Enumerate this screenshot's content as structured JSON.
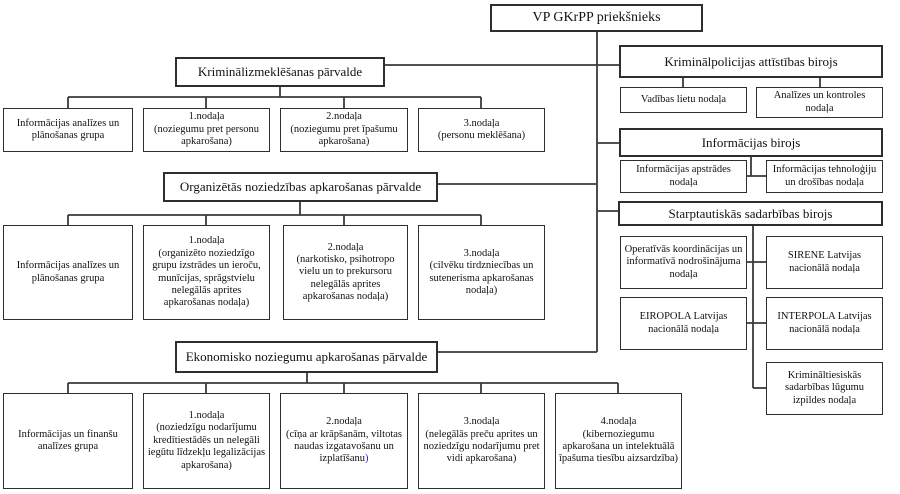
{
  "diagram": {
    "type": "org-chart",
    "language": "Latvian",
    "root_label": "VP GKrPP priekšnieks"
  },
  "colors": {
    "background": "#ffffff",
    "line": "#3a3a3a",
    "box_border": "#2e2e2e",
    "paren_accent": "#2626cc"
  },
  "nodes": {
    "root": {
      "label": "VP GKrPP priekšnieks"
    },
    "kip": {
      "label": "Kriminālizmeklēšanas pārvalde"
    },
    "kip_c1": {
      "label": "Informācijas analīzes un plānošanas grupa"
    },
    "kip_c2": {
      "title": "1.nodaļa",
      "sub": "(noziegumu pret personu apkarošana)"
    },
    "kip_c3": {
      "title": "2.nodaļa",
      "sub": "(noziegumu pret īpašumu apkarošana)"
    },
    "kip_c4": {
      "title": "3.nodaļa",
      "sub": "(personu meklēšana)"
    },
    "onp": {
      "label": "Organizētās noziedzības apkarošanas pārvalde"
    },
    "onp_c1": {
      "label": "Informācijas analīzes un plānošanas grupa"
    },
    "onp_c2": {
      "title": "1.nodaļa",
      "sub": "(organizēto noziedzīgo grupu izstrādes un ieroču, munīcijas, sprāgstvielu nelegālās aprites apkarošanas nodaļa)"
    },
    "onp_c3": {
      "title": "2.nodaļa",
      "sub": "(narkotisko, psihotropo vielu un to prekursoru nelegālās aprites apkarošanas nodaļa)"
    },
    "onp_c4": {
      "title": "3.nodaļa",
      "sub": "(cilvēku tirdzniecības un sutenerisma apkarošanas nodaļa)"
    },
    "enp": {
      "label": "Ekonomisko noziegumu apkarošanas pārvalde"
    },
    "enp_c1": {
      "label": "Informācijas  un finanšu analīzes grupa"
    },
    "enp_c2": {
      "title": "1.nodaļa",
      "sub": "(noziedzīgu nodarījumu kredītiestādēs un nelegāli iegūtu līdzekļu legalizācijas apkarošana)"
    },
    "enp_c3": {
      "title": "2.nodaļa",
      "sub": "(cīņa ar krāpšanām, viltotas naudas izgatavošanu un izplatīšanu",
      "sub_tail": ")"
    },
    "enp_c4": {
      "title": "3.nodaļa",
      "sub": "(nelegālās preču aprites un noziedzīgu nodarījumu pret vidi apkarošana)"
    },
    "enp_c5": {
      "title": "4.nodaļa",
      "sub": "(kibernoziegumu apkarošana un intelektuālā īpašuma tiesību aizsardzība)"
    },
    "kab": {
      "label": "Kriminālpolicijas attīstības birojs"
    },
    "kab_c1": {
      "label": "Vadības lietu nodaļa"
    },
    "kab_c2": {
      "label": "Analīzes un kontroles nodaļa"
    },
    "ib": {
      "label": "Informācijas birojs"
    },
    "ib_c1": {
      "label": "Informācijas apstrādes nodaļa"
    },
    "ib_c2": {
      "label": "Informācijas tehnoloģiju un drošības nodaļa"
    },
    "ssb": {
      "label": "Starptautiskās sadarbības birojs"
    },
    "ssb_c1": {
      "label": "Operatīvās koordinācijas un informatīvā nodrošinājuma nodaļa"
    },
    "ssb_c2": {
      "label": "SIRENE Latvijas nacionālā nodaļa"
    },
    "ssb_c3": {
      "label": "EIROPOLA Latvijas nacionālā nodaļa"
    },
    "ssb_c4": {
      "label": "INTERPOLA Latvijas nacionālā nodaļa"
    },
    "ssb_c5": {
      "label": "Krimināltiesiskās sadarbības lūgumu izpildes nodaļa"
    }
  }
}
